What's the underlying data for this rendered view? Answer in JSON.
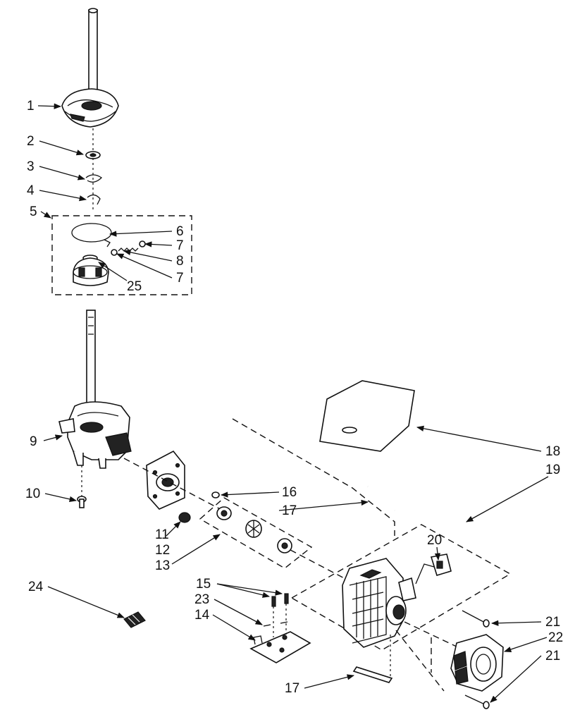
{
  "diagram": {
    "callouts": [
      {
        "id": "c1",
        "text": "1"
      },
      {
        "id": "c2",
        "text": "2"
      },
      {
        "id": "c3",
        "text": "3"
      },
      {
        "id": "c4",
        "text": "4"
      },
      {
        "id": "c5",
        "text": "5"
      },
      {
        "id": "c6",
        "text": "6"
      },
      {
        "id": "c7a",
        "text": "7"
      },
      {
        "id": "c8",
        "text": "8"
      },
      {
        "id": "c7b",
        "text": "7"
      },
      {
        "id": "c25",
        "text": "25"
      },
      {
        "id": "c9",
        "text": "9"
      },
      {
        "id": "c10",
        "text": "10"
      },
      {
        "id": "c11",
        "text": "11"
      },
      {
        "id": "c12",
        "text": "12"
      },
      {
        "id": "c13",
        "text": "13"
      },
      {
        "id": "c16",
        "text": "16"
      },
      {
        "id": "c17a",
        "text": "17"
      },
      {
        "id": "c18",
        "text": "18"
      },
      {
        "id": "c19",
        "text": "19"
      },
      {
        "id": "c20",
        "text": "20"
      },
      {
        "id": "c15",
        "text": "15"
      },
      {
        "id": "c23",
        "text": "23"
      },
      {
        "id": "c14",
        "text": "14"
      },
      {
        "id": "c24",
        "text": "24"
      },
      {
        "id": "c21a",
        "text": "21"
      },
      {
        "id": "c22",
        "text": "22"
      },
      {
        "id": "c21b",
        "text": "21"
      },
      {
        "id": "c17b",
        "text": "17"
      }
    ]
  }
}
